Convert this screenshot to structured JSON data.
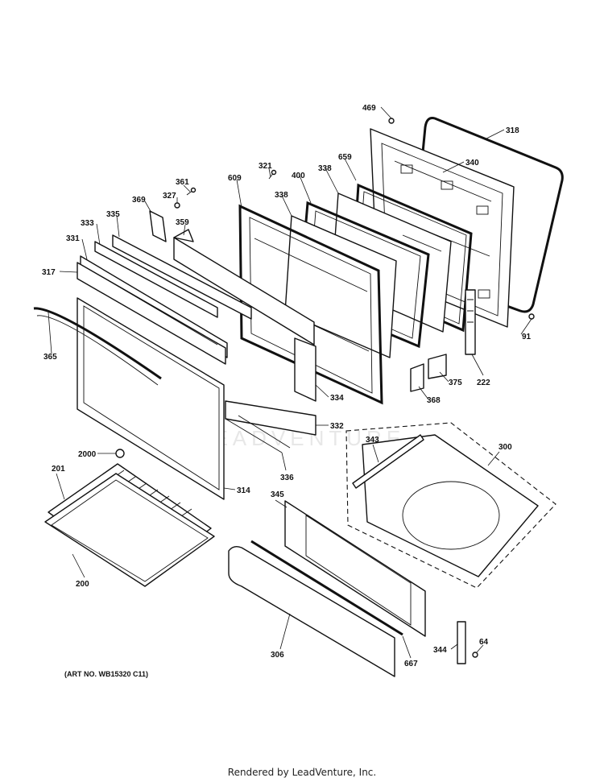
{
  "diagram": {
    "art_number": "(ART NO. WB15320 C11)",
    "watermark": "LEADVENTURE",
    "footer": "Rendered by LeadVenture, Inc.",
    "callouts": [
      "469",
      "318",
      "340",
      "659",
      "338",
      "400",
      "321",
      "609",
      "338",
      "361",
      "327",
      "369",
      "335",
      "359",
      "333",
      "331",
      "317",
      "365",
      "91",
      "222",
      "375",
      "368",
      "334",
      "332",
      "343",
      "300",
      "336",
      "2000",
      "201",
      "314",
      "345",
      "200",
      "306",
      "667",
      "344",
      "64"
    ]
  }
}
